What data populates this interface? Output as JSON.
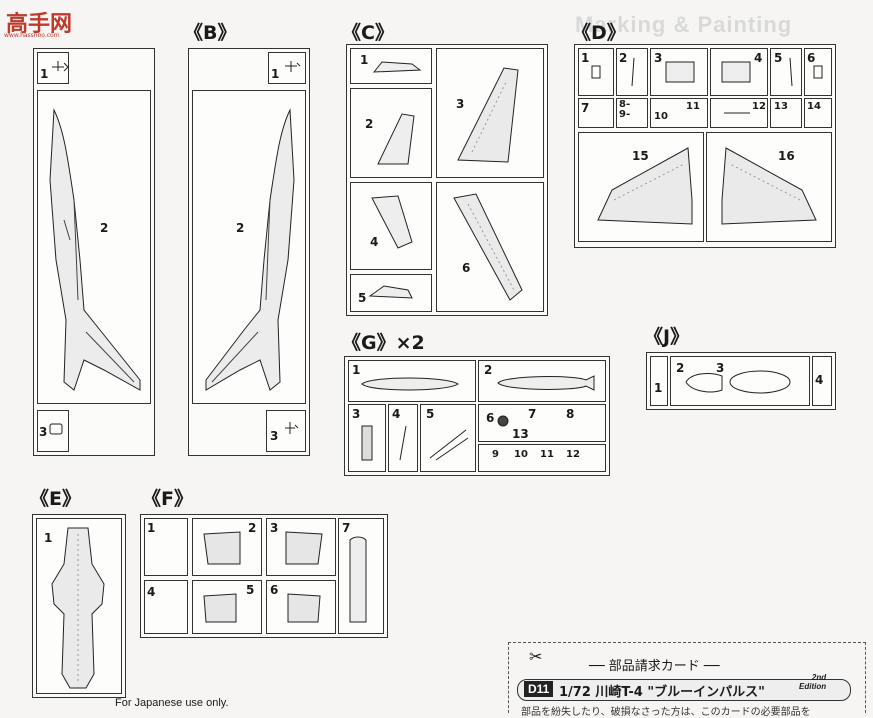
{
  "watermark": {
    "site_cn": "高手网",
    "site_url": "www.hasshoo.com"
  },
  "header_ghost": "Marking & Painting",
  "sections": {
    "B": "《B》",
    "C": "《C》",
    "D": "《D》",
    "E": "《E》",
    "F": "《F》",
    "G": "《G》×2",
    "J": "《J》"
  },
  "part_numbers": {
    "n1": "1",
    "n2": "2",
    "n3": "3",
    "n4": "4",
    "n5": "5",
    "n6": "6",
    "n7": "7",
    "n8": "8",
    "n9": "9",
    "n10": "10",
    "n11": "11",
    "n12": "12",
    "n13": "13",
    "n14": "14",
    "n15": "15",
    "n16": "16",
    "d89": "8-\n9-",
    "g13": "13"
  },
  "footer_note": "For Japanese use only.",
  "order_card": {
    "scissors": "✂",
    "title": "── 部品請求カード ──",
    "code": "D11",
    "name": "1/72 川崎T-4 \"ブルーインパルス\"",
    "edition_line1": "2nd",
    "edition_line2": "Edition",
    "tail_text": "部品を紛失したり、破損なさった方は、このカードの必要部品を"
  },
  "icons": {
    "scissors": "scissors-icon"
  }
}
